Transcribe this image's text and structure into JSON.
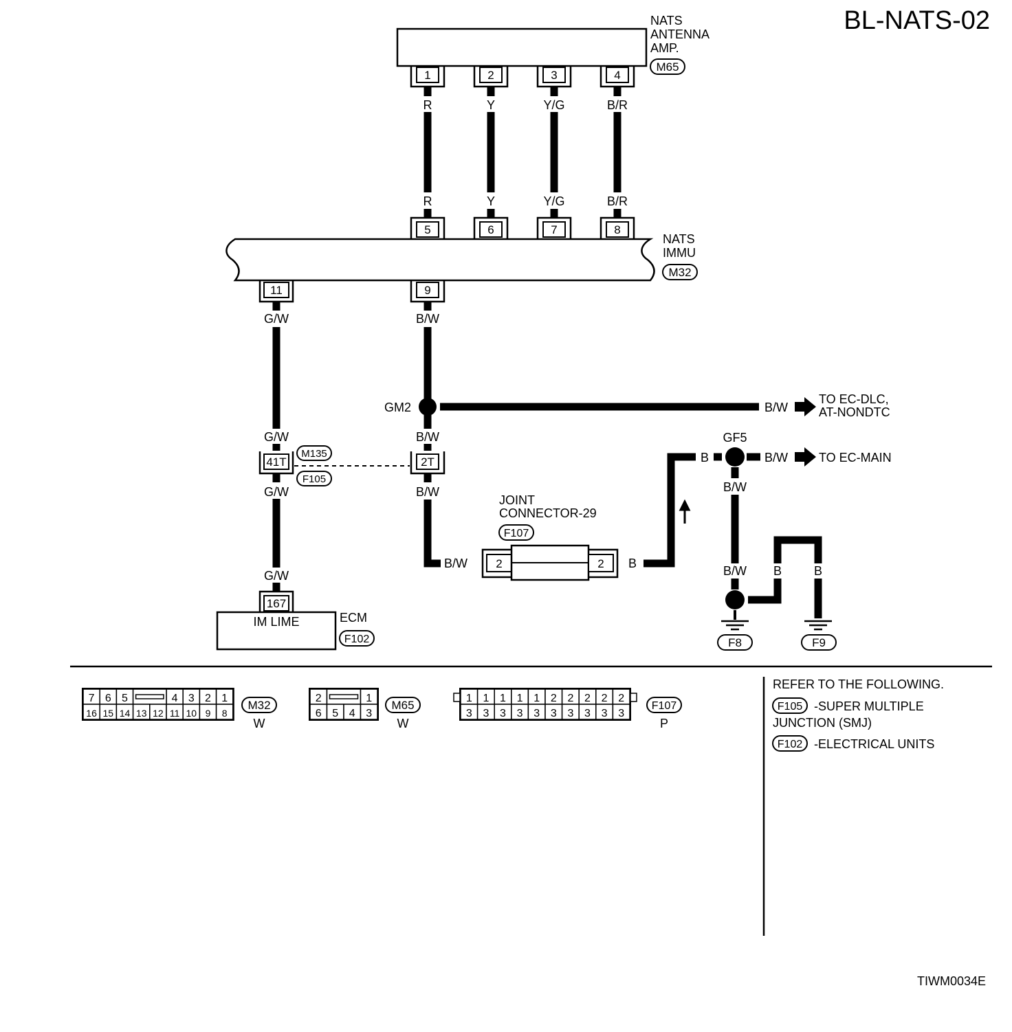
{
  "page_title": "BL-NATS-02",
  "figure_id": "TIWM0034E",
  "components": {
    "antenna_amp": {
      "line1": "NATS",
      "line2": "ANTENNA",
      "line3": "AMP.",
      "connector": "M65",
      "pins": [
        "1",
        "2",
        "3",
        "4"
      ]
    },
    "immu": {
      "line1": "NATS",
      "line2": "IMMU",
      "connector": "M32",
      "top_pins": [
        "5",
        "6",
        "7",
        "8"
      ],
      "pin_left": "11",
      "pin_right": "9"
    },
    "ecm": {
      "name": "ECM",
      "terminal": "IM LIME",
      "connector": "F102",
      "pin": "167"
    },
    "joint_connector": {
      "line1": "JOINT",
      "line2": "CONNECTOR-29",
      "connector": "F107",
      "pin_left": "2",
      "pin_right": "2"
    },
    "smj_connector": {
      "pin_left": "41T",
      "pin_right": "2T",
      "connector_top": "M135",
      "connector_bottom": "F105"
    }
  },
  "wires": {
    "w1": "R",
    "w2": "Y",
    "w3": "Y/G",
    "w4": "B/R",
    "gw": "G/W",
    "bw": "B/W",
    "b": "B"
  },
  "splices": {
    "gm2": "GM2",
    "gf5": "GF5"
  },
  "destinations": {
    "ec_dlc_1": "TO EC-DLC,",
    "ec_dlc_2": "AT-NONDTC",
    "ec_main": "TO EC-MAIN"
  },
  "grounds": {
    "f8": "F8",
    "f9": "F9"
  },
  "connector_views": {
    "m32": {
      "code": "M32",
      "color": "W",
      "top_row": [
        "7",
        "6",
        "5",
        "4",
        "3",
        "2",
        "1"
      ],
      "bottom_row": [
        "16",
        "15",
        "14",
        "13",
        "12",
        "11",
        "10",
        "9",
        "8"
      ]
    },
    "m65": {
      "code": "M65",
      "color": "W",
      "top_row": [
        "2",
        "1"
      ],
      "bottom_row": [
        "6",
        "5",
        "4",
        "3"
      ]
    },
    "f107": {
      "code": "F107",
      "color": "P",
      "top_row": [
        "1",
        "1",
        "1",
        "1",
        "1",
        "2",
        "2",
        "2",
        "2",
        "2"
      ],
      "bottom_row": [
        "3",
        "3",
        "3",
        "3",
        "3",
        "3",
        "3",
        "3",
        "3",
        "3"
      ]
    }
  },
  "references": {
    "heading": "REFER TO THE FOLLOWING.",
    "items": [
      {
        "code": "F105",
        "text1": "-SUPER MULTIPLE",
        "text2": "JUNCTION (SMJ)"
      },
      {
        "code": "F102",
        "text1": "-ELECTRICAL UNITS"
      }
    ]
  }
}
